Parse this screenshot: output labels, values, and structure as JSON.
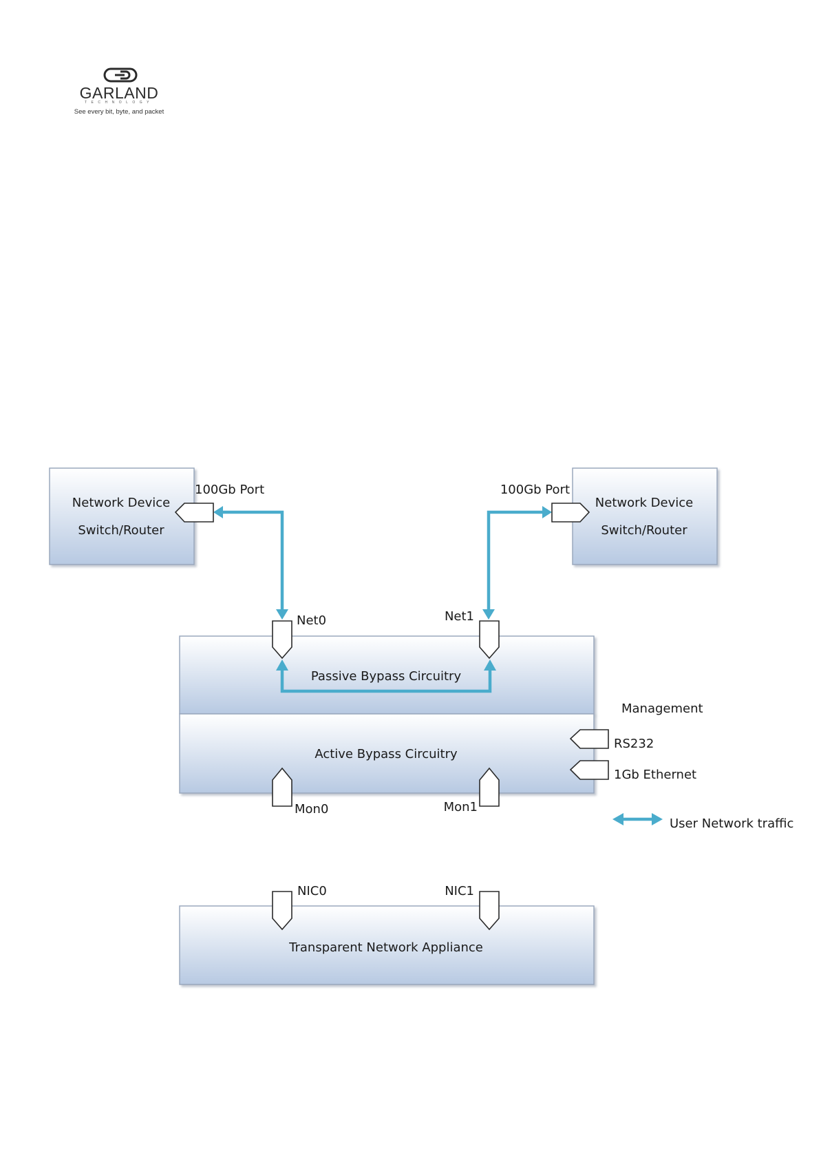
{
  "logo": {
    "brand": "GARLAND",
    "sub": "TECHNOLOGY",
    "tagline": "See every bit, byte, and packet"
  },
  "diagram": {
    "network_device_left": {
      "line1": "Network Device",
      "line2": "Switch/Router",
      "port_label": "100Gb Port"
    },
    "network_device_right": {
      "line1": "Network Device",
      "line2": "Switch/Router",
      "port_label": "100Gb Port"
    },
    "ports": {
      "net0": "Net0",
      "net1": "Net1",
      "mon0": "Mon0",
      "mon1": "Mon1",
      "nic0": "NIC0",
      "nic1": "NIC1"
    },
    "passive_bypass": "Passive Bypass Circuitry",
    "active_bypass": "Active Bypass Circuitry",
    "appliance": "Transparent Network Appliance",
    "management": {
      "title": "Management",
      "rs232": "RS232",
      "ethernet": "1Gb Ethernet"
    },
    "legend": {
      "traffic": "User Network traffic"
    },
    "colors": {
      "traffic": "#4aaccc",
      "box_top": "#ffffff",
      "box_bottom": "#b7c9e2"
    }
  }
}
